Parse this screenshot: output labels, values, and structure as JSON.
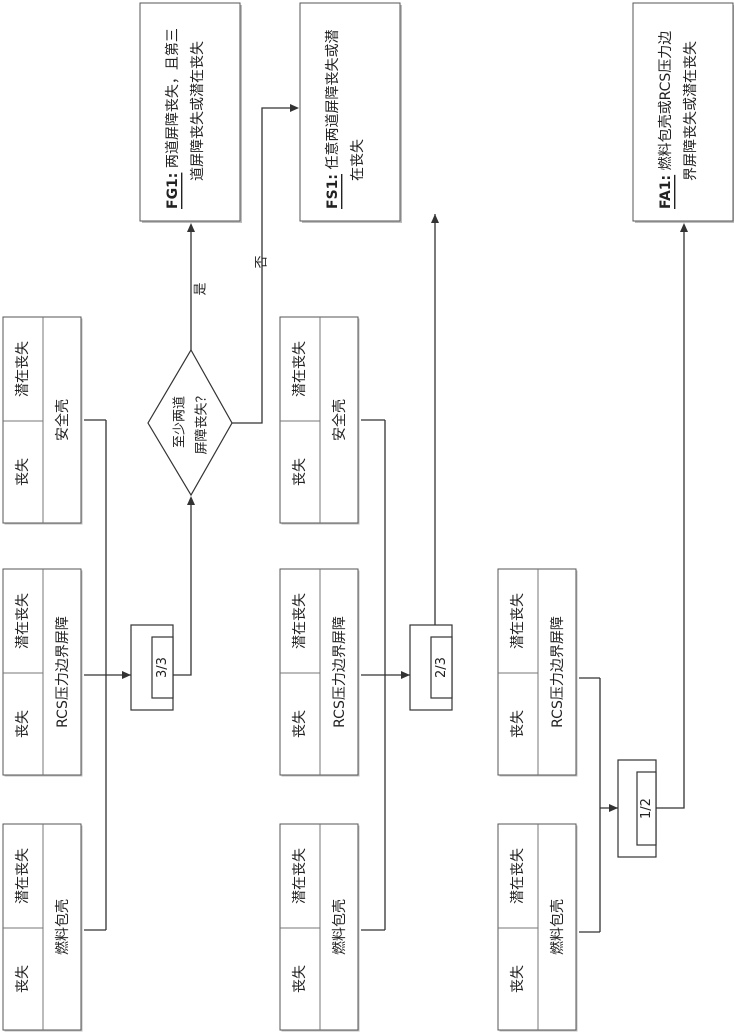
{
  "status_table": {
    "loss": "丧失",
    "potential_loss": "潜在丧失"
  },
  "barriers": {
    "fuel_cladding": "燃料包壳",
    "rcs_boundary": "RCS压力边界屏障",
    "containment": "安全壳"
  },
  "voting": {
    "three_of_three": "3/3",
    "two_of_three": "2/3",
    "one_of_two": "1/2"
  },
  "decision": {
    "question_line1": "至少两道",
    "question_line2": "屏障丧失？",
    "yes_label": "是",
    "no_label": "否"
  },
  "outcomes": {
    "fg1": {
      "code": "FG1:",
      "line1": "两道屏障丧失，且第三",
      "line2": "道屏障丧失或潜在丧失"
    },
    "fs1": {
      "code": "FS1:",
      "line1": "任意两道屏障丧失或潜",
      "line2": "在丧失"
    },
    "fa1": {
      "code": "FA1:",
      "line1": "燃料包壳或RCS压力边",
      "line2": "界屏障丧失或潜在丧失"
    }
  }
}
